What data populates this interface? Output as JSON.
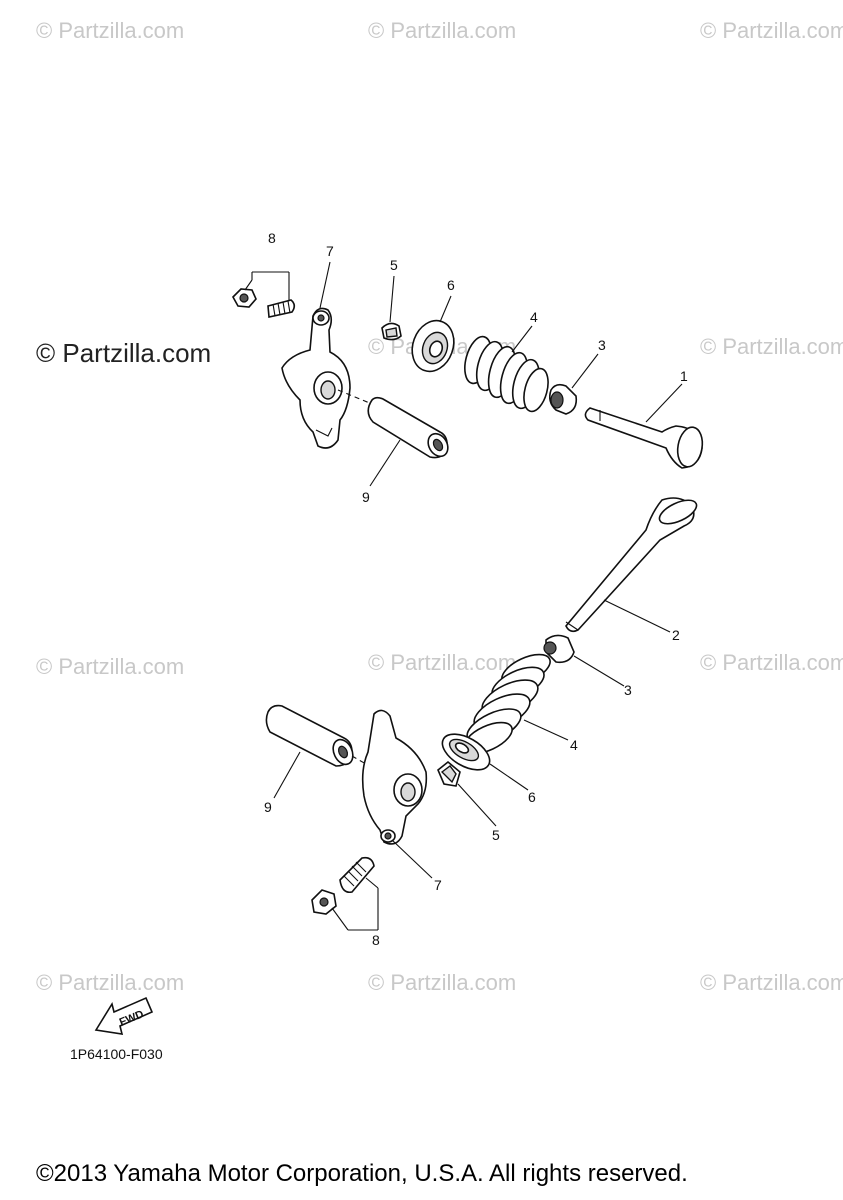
{
  "watermarks": {
    "site_text": "© Partzilla.com",
    "large_text": "© Partzilla.com"
  },
  "diagram_code": "1P64100-F030",
  "fwd_label": "FWD",
  "copyright": "©2013 Yamaha Motor Corporation, U.S.A. All rights reserved.",
  "upper_callouts": {
    "c1": "1",
    "c3": "3",
    "c4": "4",
    "c5": "5",
    "c6": "6",
    "c7": "7",
    "c8": "8",
    "c9": "9"
  },
  "lower_callouts": {
    "c2": "2",
    "c3": "3",
    "c4": "4",
    "c5": "5",
    "c6": "6",
    "c7": "7",
    "c8": "8",
    "c9": "9"
  }
}
